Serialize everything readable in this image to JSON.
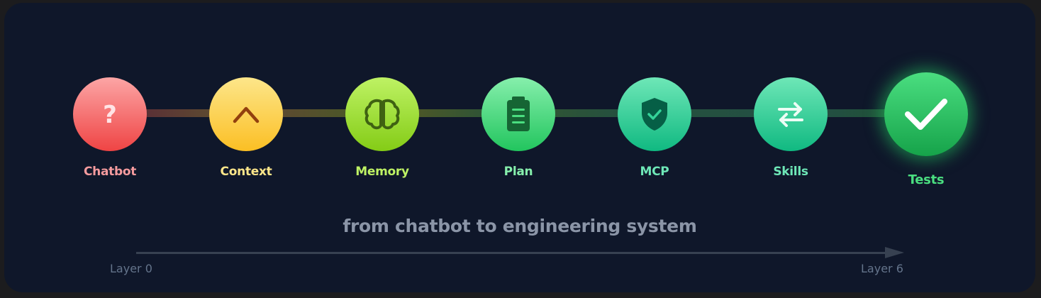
{
  "stages": [
    {
      "label": "Chatbot",
      "icon": "question-mark-icon",
      "color": "#f59b9e"
    },
    {
      "label": "Context",
      "icon": "chevron-up-icon",
      "color": "#fde68a"
    },
    {
      "label": "Memory",
      "icon": "brain-icon",
      "color": "#bef264"
    },
    {
      "label": "Plan",
      "icon": "clipboard-list-icon",
      "color": "#86efac"
    },
    {
      "label": "MCP",
      "icon": "shield-check-icon",
      "color": "#6ee7b7"
    },
    {
      "label": "Skills",
      "icon": "swap-arrows-icon",
      "color": "#6ee7b7"
    },
    {
      "label": "Tests",
      "icon": "checkmark-icon",
      "color": "#4ade80"
    }
  ],
  "tagline": "from chatbot to engineering system",
  "axis": {
    "start_label": "Layer 0",
    "end_label": "Layer 6"
  }
}
